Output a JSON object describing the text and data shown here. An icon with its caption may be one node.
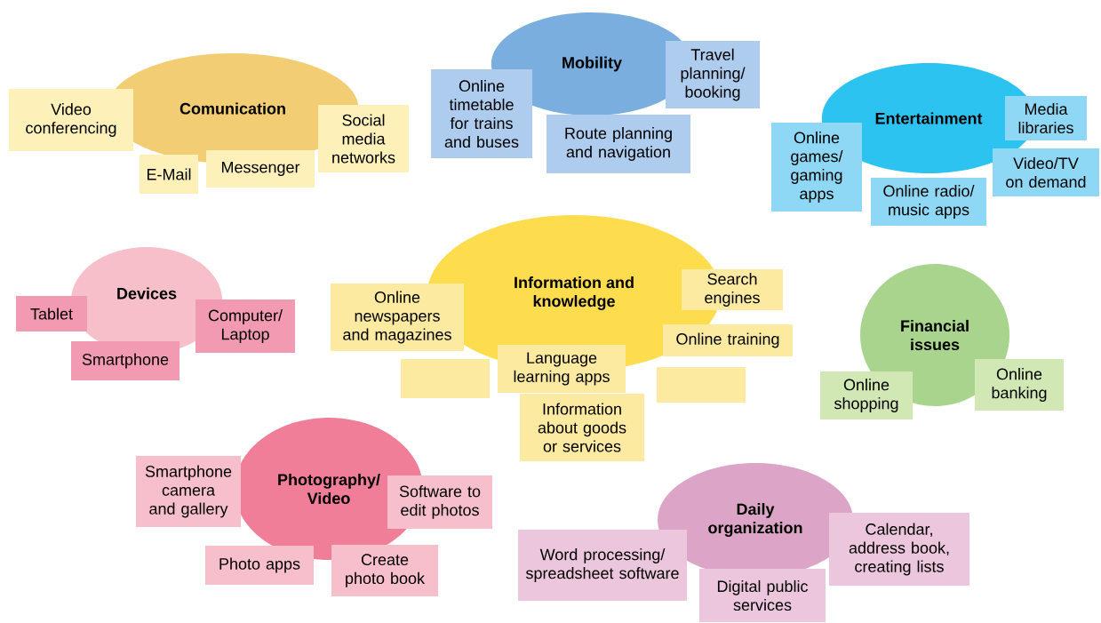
{
  "diagram": {
    "nodes": [
      {
        "text": [
          "Comunication"
        ]
      },
      {
        "text": [
          "Video conferencing"
        ]
      },
      {
        "text": [
          "E-Mail"
        ]
      },
      {
        "text": [
          "Messenger"
        ]
      },
      {
        "text": [
          "Social media networks"
        ]
      },
      {
        "text": [
          "Mobility"
        ]
      },
      {
        "text": [
          "Online timetable for trains and buses"
        ]
      },
      {
        "text": [
          "Travel planning/ booking"
        ]
      },
      {
        "text": [
          "Route planning and navigation"
        ]
      },
      {
        "text": [
          "Entertainment"
        ]
      },
      {
        "text": [
          "Media libraries"
        ]
      },
      {
        "text": [
          "Online games/ gaming apps"
        ]
      },
      {
        "text": [
          "Video/TV on demand"
        ]
      },
      {
        "text": [
          "Online radio/ music apps"
        ]
      },
      {
        "text": [
          "Devices"
        ]
      },
      {
        "text": [
          "Tablet"
        ]
      },
      {
        "text": [
          "Computer/ Laptop"
        ]
      },
      {
        "text": [
          "Smartphone"
        ]
      },
      {
        "text": [
          "Information and knowledge"
        ]
      },
      {
        "text": [
          "Online newspapers and magazines"
        ]
      },
      {
        "text": [
          "Search engines"
        ]
      },
      {
        "text": [
          "Online training"
        ]
      },
      {
        "text": [],
        "shape": "box"
      },
      {
        "text": [
          "Language learning apps"
        ]
      },
      {
        "text": [],
        "shape": "box"
      },
      {
        "text": [
          "Information about goods or services"
        ]
      },
      {
        "text": [
          "Financial issues"
        ]
      },
      {
        "text": [
          "Online shopping"
        ]
      },
      {
        "text": [
          "Online banking"
        ]
      },
      {
        "text": [
          "Photography/ Video"
        ]
      },
      {
        "text": [
          "Smartphone camera and gallery"
        ]
      },
      {
        "text": [
          "Software to edit photos"
        ]
      },
      {
        "text": [
          "Photo apps"
        ]
      },
      {
        "text": [
          "Create photo book"
        ]
      },
      {
        "text": [
          "Daily organization"
        ]
      },
      {
        "text": [
          "Word processing/ spreadsheet software"
        ]
      },
      {
        "text": [
          "Calendar, address book, creating lists"
        ]
      },
      {
        "text": [
          "Digital public services"
        ]
      }
    ]
  }
}
